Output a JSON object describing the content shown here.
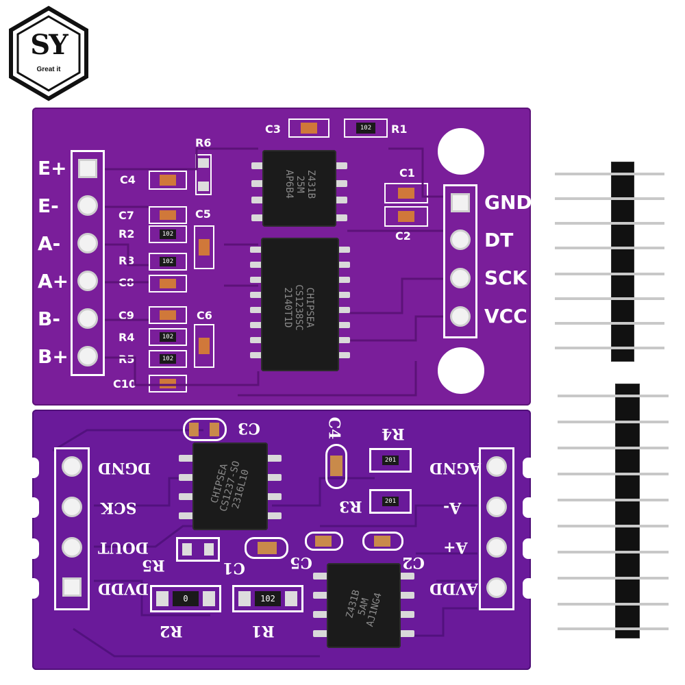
{
  "logo": {
    "letters": "SY",
    "tagline": "Great it"
  },
  "board_top": {
    "left_pins": [
      "E+",
      "E-",
      "A-",
      "A+",
      "B-",
      "B+"
    ],
    "right_pins": [
      "GND",
      "DT",
      "SCK",
      "VCC"
    ],
    "components": [
      "C3",
      "R1",
      "R6",
      "C4",
      "C7",
      "R2",
      "R3",
      "C8",
      "C9",
      "R4",
      "R5",
      "C10",
      "C5",
      "C6",
      "C1",
      "C2"
    ],
    "resistor_code": "102",
    "chip_small": "Z431B\n25M\nAP6B4",
    "chip_large": "CHIPSEA\nCS1238SC\n2140T1D"
  },
  "board_bottom": {
    "left_pins": [
      "DGND",
      "SCK",
      "DOUT",
      "DVDD"
    ],
    "right_pins": [
      "AGND",
      "A-",
      "A+",
      "AVDD"
    ],
    "components": [
      "C3",
      "C4",
      "R4",
      "R3",
      "R5",
      "C1",
      "C5",
      "C2",
      "R2",
      "R1"
    ],
    "r_values": {
      "r1": "102",
      "r2": "0",
      "r3": "201",
      "r4": "201"
    },
    "chip_main": "CHIPSEA\nCS1237-SO\n2316L10",
    "chip_reg": "Z431B\n5AM\nAJ1NG4"
  }
}
